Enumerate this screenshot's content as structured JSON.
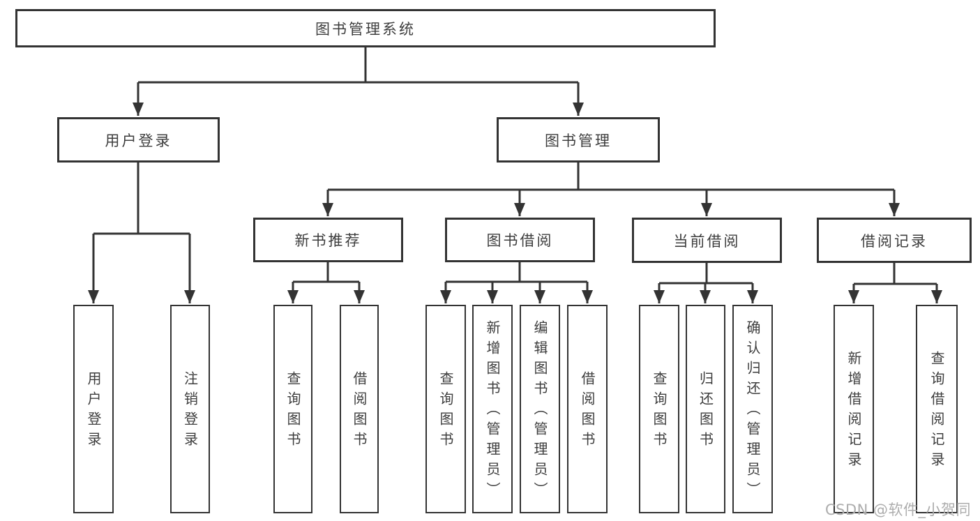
{
  "diagram": {
    "title": "图书管理系统",
    "branches": [
      {
        "label": "用户登录",
        "children": [
          {
            "label": "用户登录"
          },
          {
            "label": "注销登录"
          }
        ]
      },
      {
        "label": "图书管理",
        "sections": [
          {
            "label": "新书推荐",
            "children": [
              {
                "label": "查询图书"
              },
              {
                "label": "借阅图书"
              }
            ]
          },
          {
            "label": "图书借阅",
            "children": [
              {
                "label": "查询图书"
              },
              {
                "label": "新增图书（管理员）"
              },
              {
                "label": "编辑图书（管理员）"
              },
              {
                "label": "借阅图书"
              }
            ]
          },
          {
            "label": "当前借阅",
            "children": [
              {
                "label": "查询图书"
              },
              {
                "label": "归还图书"
              },
              {
                "label": "确认归还（管理员）"
              }
            ]
          },
          {
            "label": "借阅记录",
            "children": [
              {
                "label": "新增借阅记录"
              },
              {
                "label": "查询借阅记录"
              }
            ]
          }
        ]
      }
    ]
  },
  "watermark": {
    "text": "CSDN @软件_小贺同学"
  },
  "colors": {
    "line": "#333333",
    "text": "#3d3d3d",
    "watermark": "#adadad",
    "background": "#ffffff"
  }
}
